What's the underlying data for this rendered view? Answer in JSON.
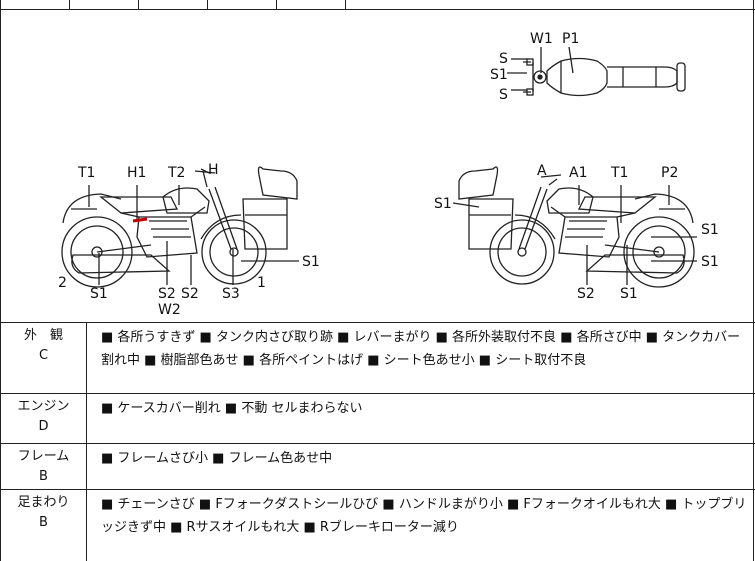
{
  "diagram": {
    "top_view_labels": [
      "W1",
      "P1",
      "S",
      "S1",
      "S"
    ],
    "left_side_labels": [
      "T1",
      "H1",
      "T2",
      "H",
      "2",
      "S1",
      "S2",
      "S2",
      "S3",
      "1",
      "W2",
      "S1"
    ],
    "right_side_labels": [
      "A",
      "A1",
      "T1",
      "P2",
      "S1",
      "S1",
      "S1",
      "S2",
      "S1"
    ]
  },
  "sections": [
    {
      "name": "外　観",
      "grade": "C",
      "text": "■ 各所うすきず ■ タンク内さび取り跡 ■ レバーまがり ■ 各所外装取付不良 ■ 各所さび中 ■ タンクカバー割れ中 ■ 樹脂部色あせ ■ 各所ペイントはげ ■ シート色あせ小 ■ シート取付不良"
    },
    {
      "name": "エンジン",
      "grade": "D",
      "text": "■ ケースカバー削れ ■ 不動 セルまわらない"
    },
    {
      "name": "フレーム",
      "grade": "B",
      "text": "■ フレームさび小 ■ フレーム色あせ中"
    },
    {
      "name": "足まわり",
      "grade": "B",
      "text": "■ チェーンさび ■ Fフォークダストシールひび ■ ハンドルまがり小 ■ Fフォークオイルもれ大 ■ トップブリッジきず中 ■ Rサスオイルもれ大 ■ Rブレーキローター減り"
    }
  ]
}
